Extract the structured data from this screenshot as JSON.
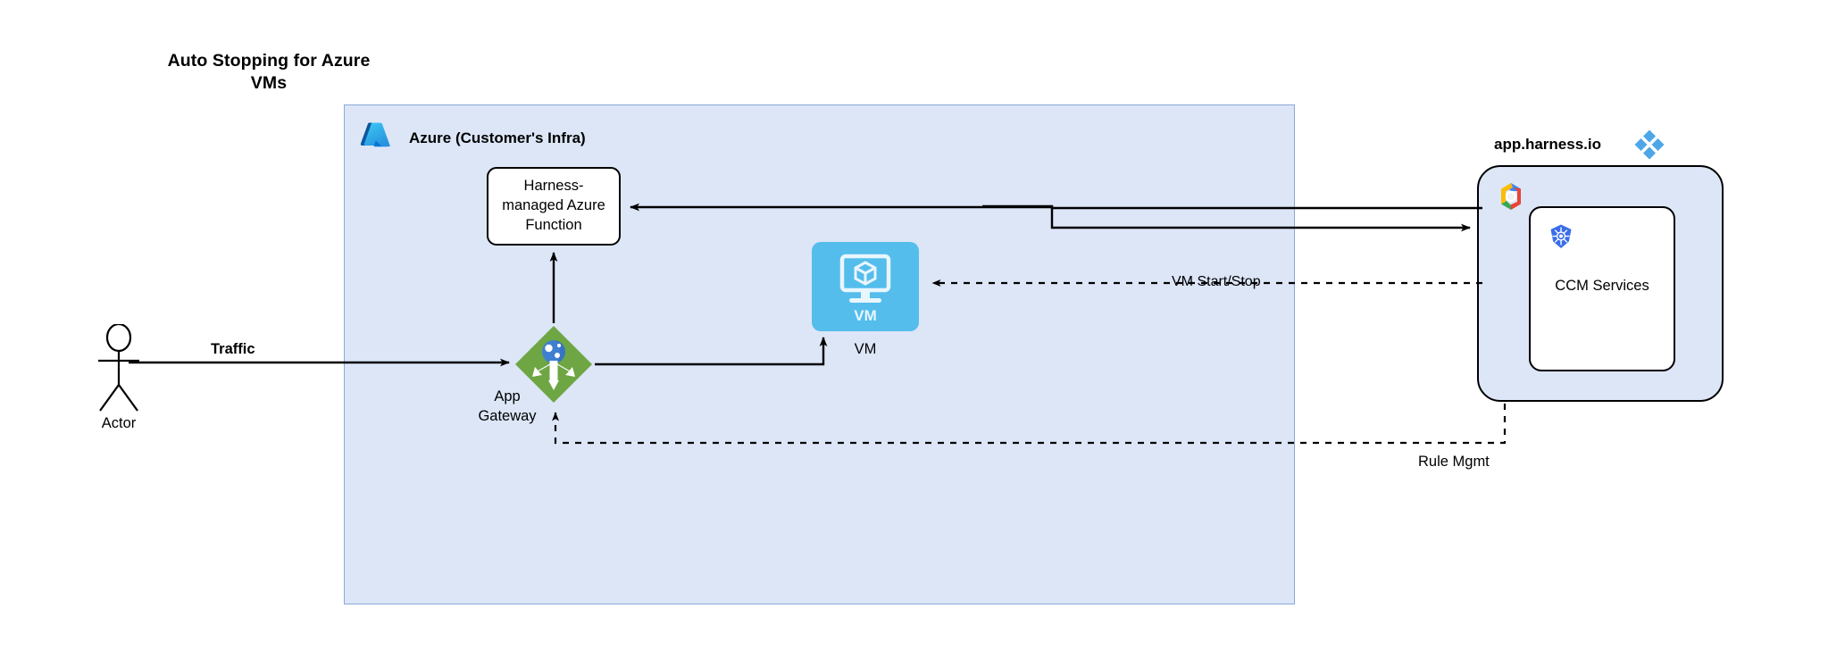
{
  "title": {
    "line1": "Auto Stopping for Azure",
    "line2": "VMs",
    "full": "Auto Stopping for Azure VMs"
  },
  "azure_container": {
    "label": "Azure (Customer's Infra)",
    "icon": "azure-logo-icon",
    "fill_color": "#dce6f7",
    "border_color": "#8ca8d8"
  },
  "nodes": {
    "azure_function": {
      "label": "Harness-managed Azure Function",
      "label_line1": "Harness-",
      "label_line2": "managed Azure",
      "label_line3": "Function",
      "fill_color": "#ffffff",
      "border_color": "#000000"
    },
    "app_gateway": {
      "label": "App Gateway",
      "label_line1": "App",
      "label_line2": "Gateway",
      "icon": "app-gateway-icon",
      "fill_color": "#6ea644"
    },
    "vm": {
      "label": "VM",
      "icon_text": "VM",
      "icon": "vm-icon",
      "fill_color": "#54bdec"
    },
    "actor": {
      "label": "Actor",
      "icon": "actor-stick-figure-icon"
    },
    "ccm_services": {
      "label": "CCM Services",
      "icon": "kubernetes-icon",
      "fill_color": "#ffffff"
    }
  },
  "harness_container": {
    "label": "app.harness.io",
    "logo_icon": "harness-logo-icon",
    "inner_icon": "google-cloud-logo-icon",
    "fill_color": "#dce6f7",
    "border_color": "#000000"
  },
  "edges": {
    "traffic": {
      "label": "Traffic",
      "style": "solid",
      "from": "actor",
      "to": "app-gateway"
    },
    "vm_start_stop": {
      "label": "VM Start/Stop",
      "style": "dashed",
      "from": "ccm-services",
      "to": "vm"
    },
    "rule_mgmt": {
      "label": "Rule Mgmt",
      "style": "dashed",
      "from": "harness-container",
      "to": "app-gateway"
    },
    "gateway_to_function": {
      "label": "",
      "style": "solid",
      "from": "app-gateway",
      "to": "azure-function"
    },
    "gateway_to_vm": {
      "label": "",
      "style": "solid",
      "from": "app-gateway",
      "to": "vm"
    },
    "function_to_harness": {
      "label": "",
      "style": "solid",
      "from": "azure-function",
      "to": "harness-container"
    }
  }
}
